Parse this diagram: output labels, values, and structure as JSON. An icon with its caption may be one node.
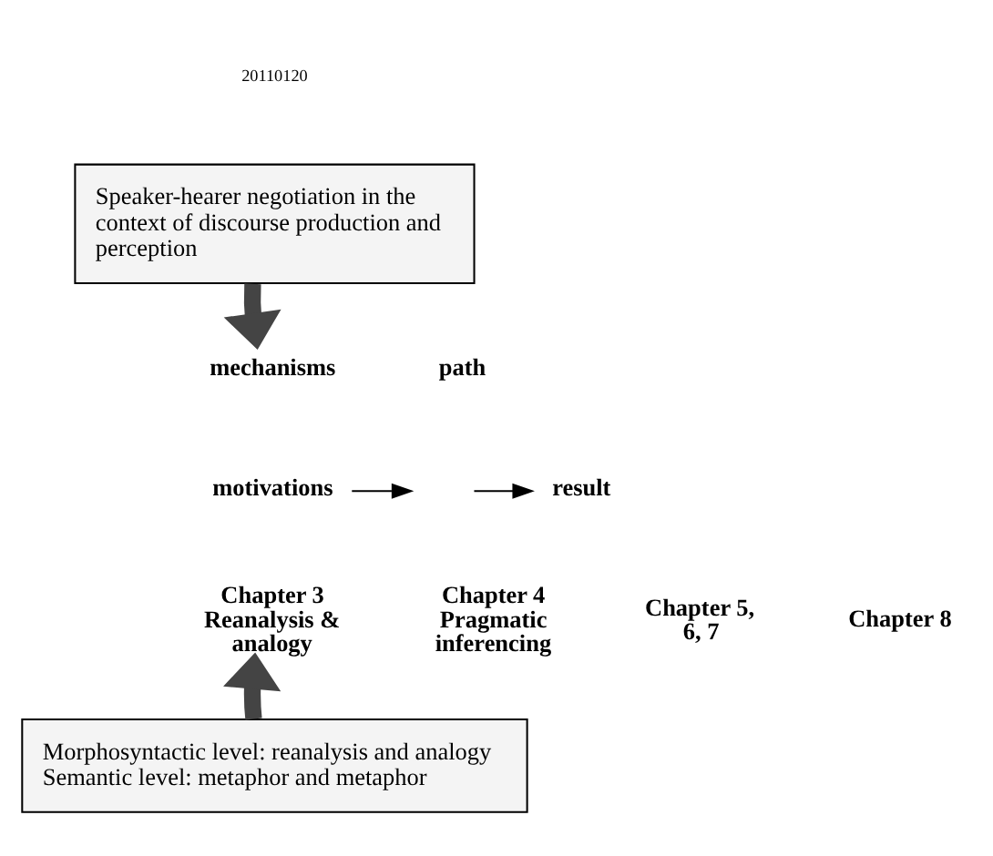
{
  "diagram": {
    "nodes": [
      {
        "text": [
          "Speaker-hearer negotiation in the context of discourse production and perception"
        ]
      },
      {
        "text": [
          "mechanisms"
        ]
      },
      {
        "text": [
          "path"
        ]
      },
      {
        "text": [
          "motivations"
        ]
      },
      {
        "text": [
          "result"
        ]
      },
      {
        "text": [
          "Chapter 3 Reanalysis & analogy"
        ]
      },
      {
        "text": [
          "Morphosyntactic level: reanalysis and analogy",
          "Semantic level: metaphor and metaphor"
        ]
      }
    ],
    "edges": [
      {
        "from": 0,
        "to": 1,
        "arrow": "to",
        "style": "thick"
      },
      {
        "from": 3,
        "to": null,
        "arrow": "to"
      },
      {
        "from": null,
        "to": 4,
        "arrow": "to"
      },
      {
        "from": 6,
        "to": 5,
        "arrow": "to",
        "style": "thick"
      }
    ],
    "labels": [
      "20110120",
      "Chapter 4 Pragmatic inferencing",
      "Chapter 5, 6, 7",
      "Chapter 8"
    ]
  }
}
